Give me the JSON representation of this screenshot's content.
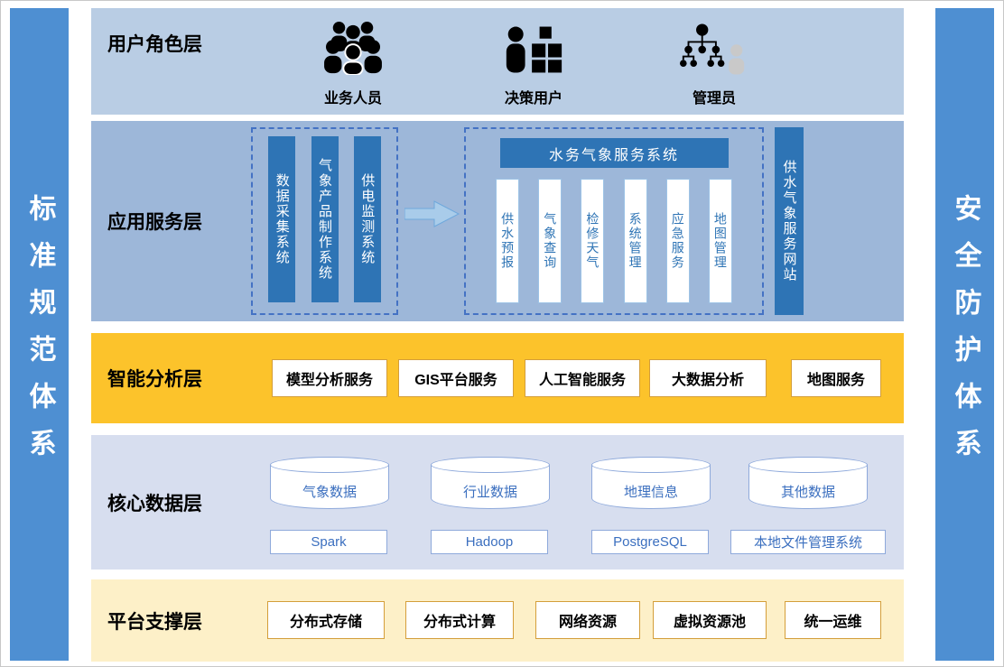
{
  "side_bars": {
    "left_label": "标准规范体系",
    "right_label": "安全防护体系"
  },
  "layers": {
    "user_role": {
      "label": "用户角色层",
      "roles": [
        {
          "name": "业务人员",
          "icon": "people-group-icon"
        },
        {
          "name": "决策用户",
          "icon": "person-blocks-icon"
        },
        {
          "name": "管理员",
          "icon": "org-hierarchy-icon"
        }
      ]
    },
    "app_service": {
      "label": "应用服务层",
      "source_systems": [
        "数据采集系统",
        "气象产品制作系统",
        "供电监测系统"
      ],
      "arrow_icon": "right-arrow-icon",
      "target_system": {
        "title": "水务气象服务系统",
        "modules": [
          "供水预报",
          "气象查询",
          "检修天气",
          "系统管理",
          "应急服务",
          "地图管理"
        ]
      },
      "website": "供水气象服务网站"
    },
    "analysis": {
      "label": "智能分析层",
      "services": [
        "模型分析服务",
        "GIS平台服务",
        "人工智能服务",
        "大数据分析",
        "地图服务"
      ]
    },
    "core_data": {
      "label": "核心数据层",
      "databases": [
        "气象数据",
        "行业数据",
        "地理信息",
        "其他数据"
      ],
      "storage_systems": [
        "Spark",
        "Hadoop",
        "PostgreSQL",
        "本地文件管理系统"
      ]
    },
    "platform": {
      "label": "平台支撑层",
      "resources": [
        "分布式存储",
        "分布式计算",
        "网络资源",
        "虚拟资源池",
        "统一运维"
      ]
    }
  },
  "colors": {
    "pillar_blue": "#4E8FD2",
    "user_layer_bg": "#B9CDE4",
    "app_layer_bg": "#9DB7D9",
    "analysis_layer_bg": "#FCC32B",
    "data_layer_bg": "#D7DEEF",
    "platform_layer_bg": "#FDF0C8",
    "dark_strip_blue": "#2E74B5",
    "module_border_blue": "#9DC3E6",
    "cylinder_border": "#8EA9DB",
    "cylinder_text": "#3B6FBF",
    "orange_border": "#D49E3A",
    "dashed_border": "#4472C4"
  }
}
